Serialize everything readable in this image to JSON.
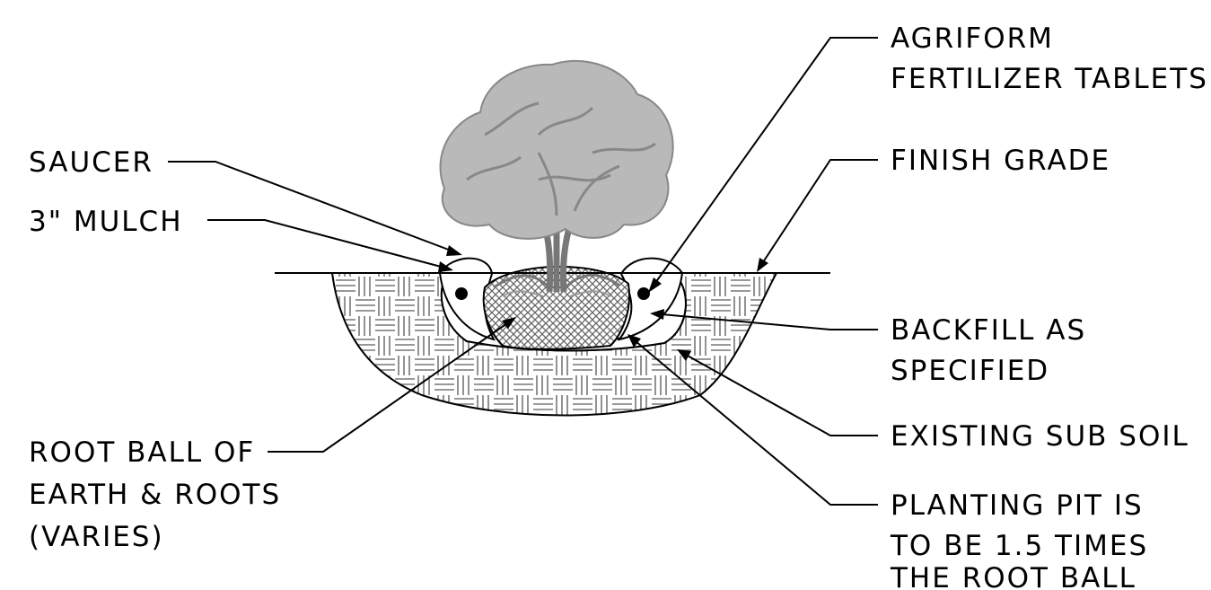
{
  "labels": {
    "saucer": "SAUCER",
    "mulch": "3\" MULCH",
    "root_ball": [
      "ROOT BALL OF",
      "EARTH & ROOTS",
      "(VARIES)"
    ],
    "agriform": [
      "AGRIFORM",
      "FERTILIZER TABLETS"
    ],
    "finish_grade": "FINISH GRADE",
    "backfill": [
      "BACKFILL AS",
      "SPECIFIED"
    ],
    "subsoil": "EXISTING SUB SOIL",
    "planting_pit": [
      "PLANTING PIT IS",
      "TO BE 1.5 TIMES",
      "THE ROOT BALL"
    ]
  }
}
